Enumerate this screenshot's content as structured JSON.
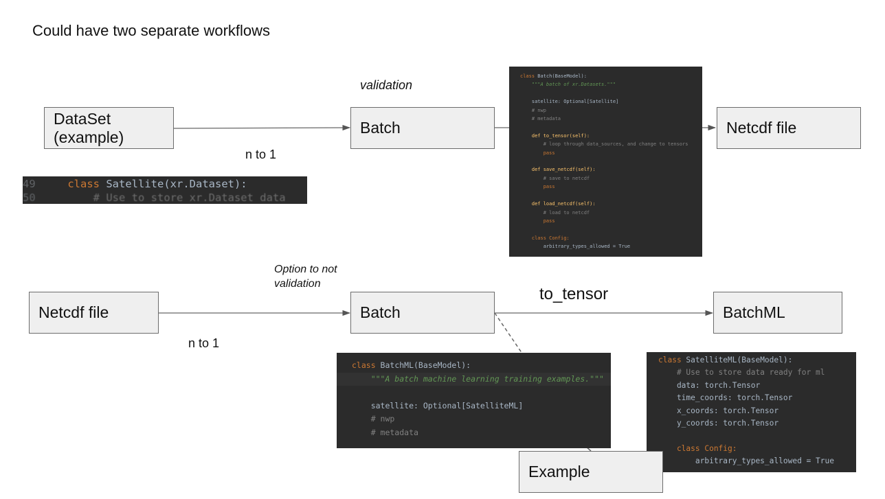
{
  "title": "Could have two separate workflows",
  "boxes": {
    "dataset": "DataSet\n(example)",
    "batch_top": "Batch",
    "netcdf_top": "Netcdf file",
    "netcdf_bottom": "Netcdf file",
    "batch_bottom": "Batch",
    "batchml": "BatchML",
    "example": "Example"
  },
  "labels": {
    "validation": "validation",
    "n_to_1_top": "n to 1",
    "option_line1": "Option to not",
    "option_line2": "validation",
    "n_to_1_bottom": "n to 1",
    "to_tensor": "to_tensor"
  },
  "code_satellite": {
    "line_numbers": [
      "49",
      "50"
    ],
    "lines": [
      "class Satellite(xr.Dataset):",
      "    # Use to store xr.Dataset data"
    ]
  },
  "code_batch": {
    "lines": [
      "class Batch(BaseModel):",
      "    \"\"\"A batch of xr.Datasets.\"\"\"",
      "",
      "    satellite: Optional[Satellite]",
      "    # nwp",
      "    # metadata",
      "",
      "    def to_tensor(self):",
      "        # loop through data_sources, and change to tensors",
      "        pass",
      "",
      "    def save_netcdf(self):",
      "        # save to netcdf",
      "        pass",
      "",
      "    def load_netcdf(self):",
      "        # load to netcdf",
      "        pass",
      "",
      "    class Config:",
      "        arbitrary_types_allowed = True"
    ]
  },
  "code_batchml": {
    "lines": [
      "class BatchML(BaseModel):",
      "    \"\"\"A batch machine learning training examples.\"\"\"",
      "",
      "    satellite: Optional[SatelliteML]",
      "    # nwp",
      "    # metadata"
    ]
  },
  "code_satelliteml": {
    "lines": [
      "class SatelliteML(BaseModel):",
      "    # Use to store data ready for ml",
      "    data: torch.Tensor",
      "    time_coords: torch.Tensor",
      "    x_coords: torch.Tensor",
      "    y_coords: torch.Tensor",
      "",
      "    class Config:",
      "        arbitrary_types_allowed = True"
    ]
  }
}
